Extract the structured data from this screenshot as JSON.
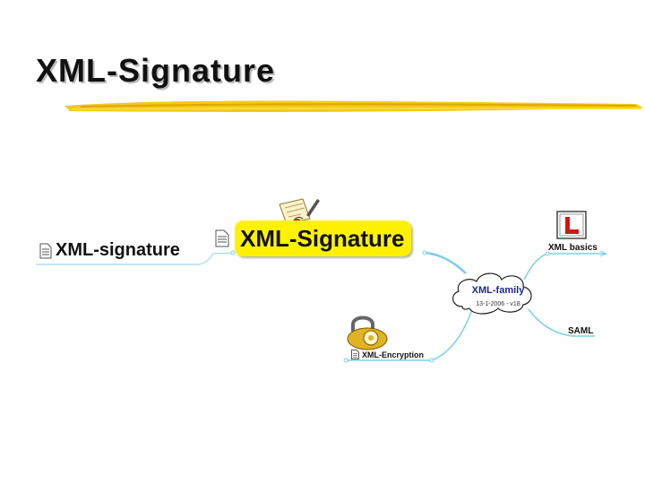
{
  "slide": {
    "title": "XML-Signature"
  },
  "mindmap": {
    "left_node": "XML-signature",
    "central_node": "XML-Signature",
    "cloud_title": "XML-family",
    "cloud_subtitle": "13-1-2006 - v18",
    "topic_basics": "XML basics",
    "topic_saml": "SAML",
    "topic_encryption": "XML-Encryption"
  },
  "colors": {
    "central_fill": "#fff200",
    "connector": "#7ccfe8",
    "underline": "#f2c400",
    "cloud_title": "#1b2a8a"
  },
  "icons": {
    "doc": "document-icon",
    "signature": "signing-document-icon",
    "basics": "l-plate-icon",
    "encryption": "padlock-icon"
  }
}
